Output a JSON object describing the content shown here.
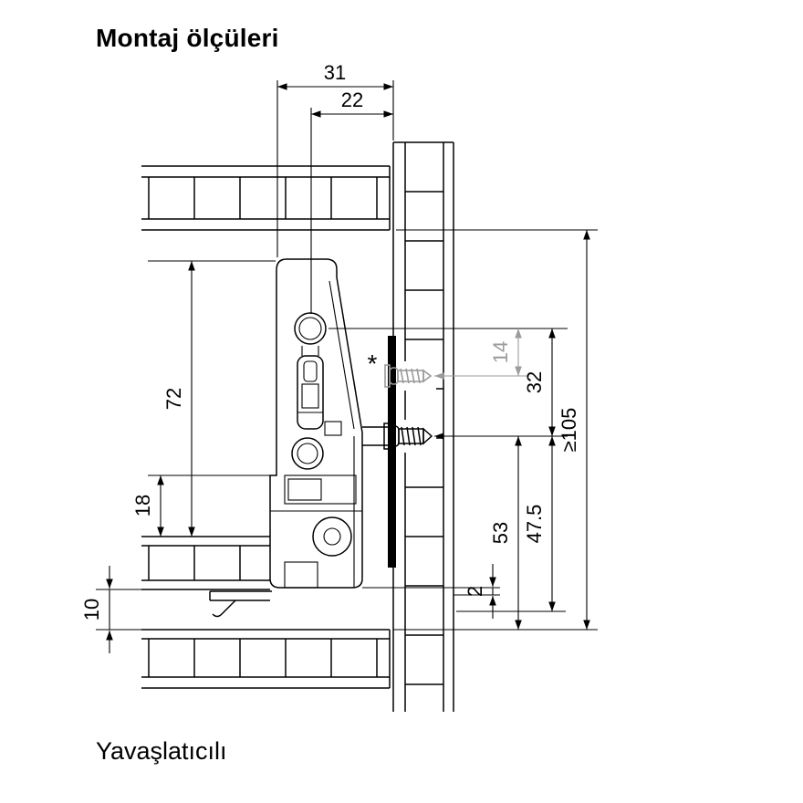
{
  "title": "Montaj ölçüleri",
  "caption": "Yavaşlatıcılı",
  "footnote_marker": "*",
  "colors": {
    "line": "#000000",
    "alt_gray": "#9b9b9b"
  },
  "dims": {
    "d31": "31",
    "d22": "22",
    "d72": "72",
    "d18": "18",
    "d10": "10",
    "d14": "14",
    "d32": "32",
    "d53": "53",
    "d47_5": "47.5",
    "d105": "≥105",
    "d2": "2"
  }
}
